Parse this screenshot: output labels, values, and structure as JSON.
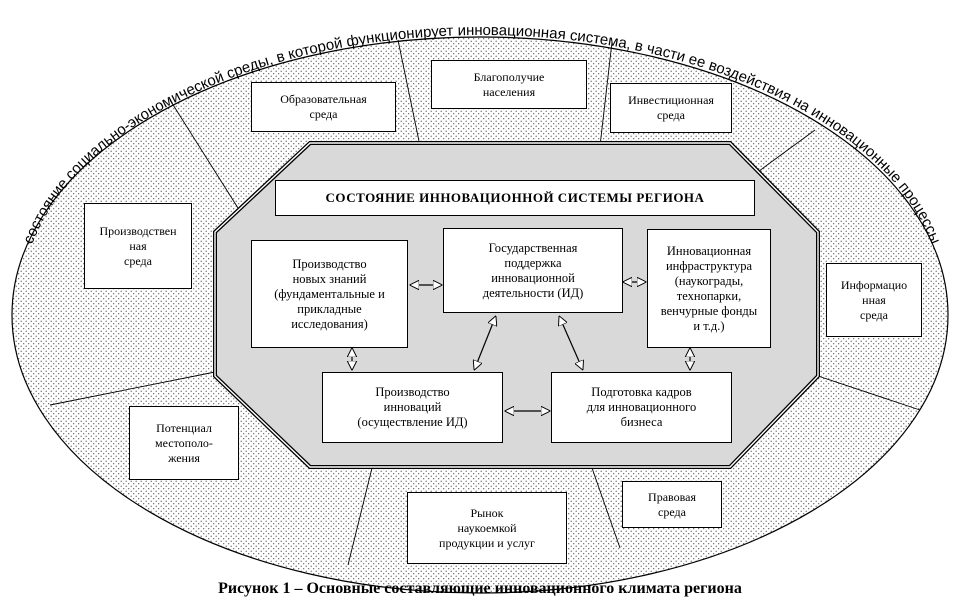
{
  "arc_text": "состояние социально-экономической среды, в которой функционирует инновационная система, в части ее воздействия на инновационные процессы",
  "system_title": "СОСТОЯНИЕ ИННОВАЦИОННОЙ СИСТЕМЫ РЕГИОНА",
  "outer_boxes": {
    "education": "Образовательная\nсреда",
    "welfare": "Благополучие\nнаселения",
    "investment": "Инвестиционная\nсреда",
    "production": "Производствен\nная\nсреда",
    "information": "Информацио\nнная\nсреда",
    "location": "Потенциал\nместополо-\nжения",
    "market": "Рынок\nнаукоемкой\nпродукции и услуг",
    "legal": "Правовая\nсреда"
  },
  "inner_boxes": {
    "knowledge": "Производство\nновых знаний\n(фундаментальные и\nприкладные\nисследования)",
    "state_support": "Государственная\nподдержка\nинновационной\nдеятельности (ИД)",
    "infrastructure": "Инновационная\nинфраструктура\n(наукограды,\nтехнопарки,\nвенчурные фонды\nи т.д.)",
    "innovation_production": "Производство\nинноваций\n(осуществление ИД)",
    "personnel": "Подготовка кадров\nдля инновационного\nбизнеса"
  },
  "caption": "Рисунок 1 – Основные составляющие инновационного климата региона"
}
